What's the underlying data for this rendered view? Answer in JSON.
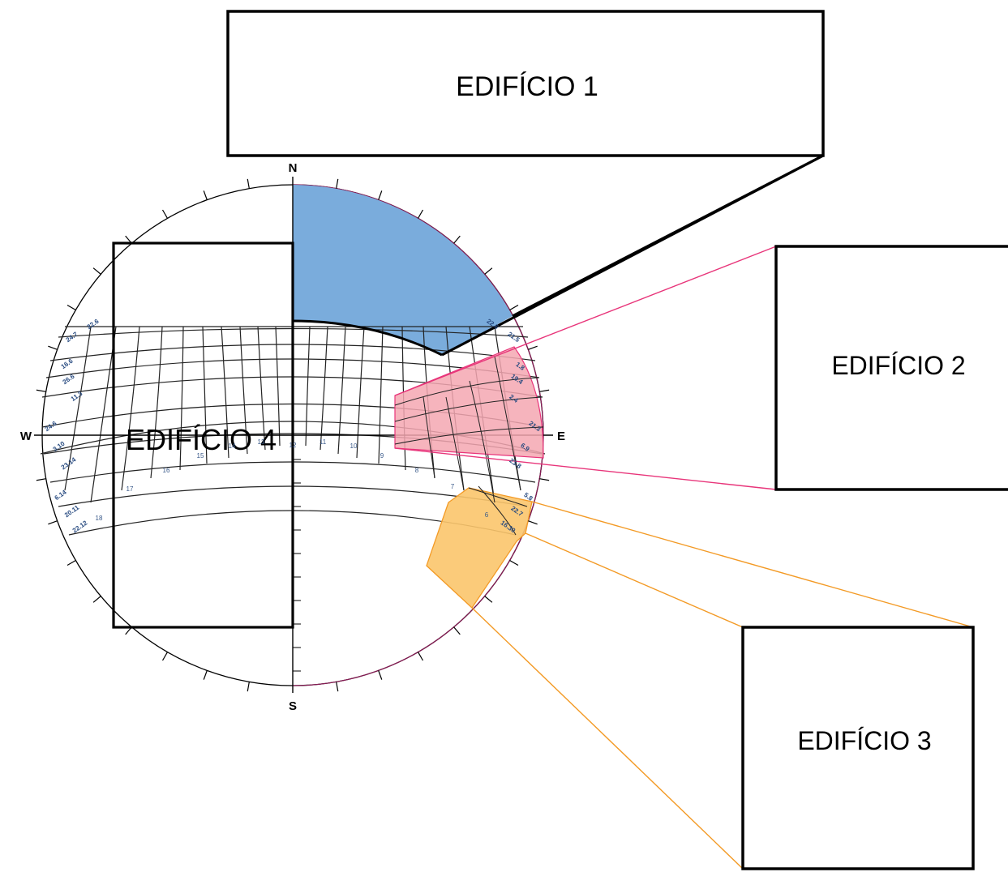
{
  "buildings": [
    {
      "label": "EDIFÍCIO 1",
      "color": "#000000"
    },
    {
      "label": "EDIFÍCIO 2",
      "color": "#e8357a"
    },
    {
      "label": "EDIFÍCIO 3",
      "color": "#f39a25"
    },
    {
      "label": "EDIFÍCIO 4",
      "color": "#000000"
    }
  ],
  "compass": {
    "north": "N",
    "south": "S",
    "east": "E",
    "west": "W"
  },
  "hours_east": [
    "11",
    "10",
    "9",
    "8",
    "7",
    "6"
  ],
  "hours_west": [
    "13",
    "14",
    "15",
    "16",
    "17",
    "18"
  ],
  "noon_label": "12",
  "date_labels_east": [
    "22.6",
    "21.5",
    "1.8",
    "19.4",
    "2.4",
    "21.3",
    "6.9",
    "23.8",
    "5.8",
    "22.7",
    "16.30"
  ],
  "date_labels_west": [
    "22.6",
    "24.7",
    "16.6",
    "26.6",
    "11.3",
    "24.6",
    "3.10",
    "23.14",
    "6.14",
    "20.11",
    "22.12"
  ],
  "shading_colors": {
    "edificio1": "#7aacdc",
    "edificio2": "#f4a7b1",
    "edificio3": "#fbc56b"
  }
}
